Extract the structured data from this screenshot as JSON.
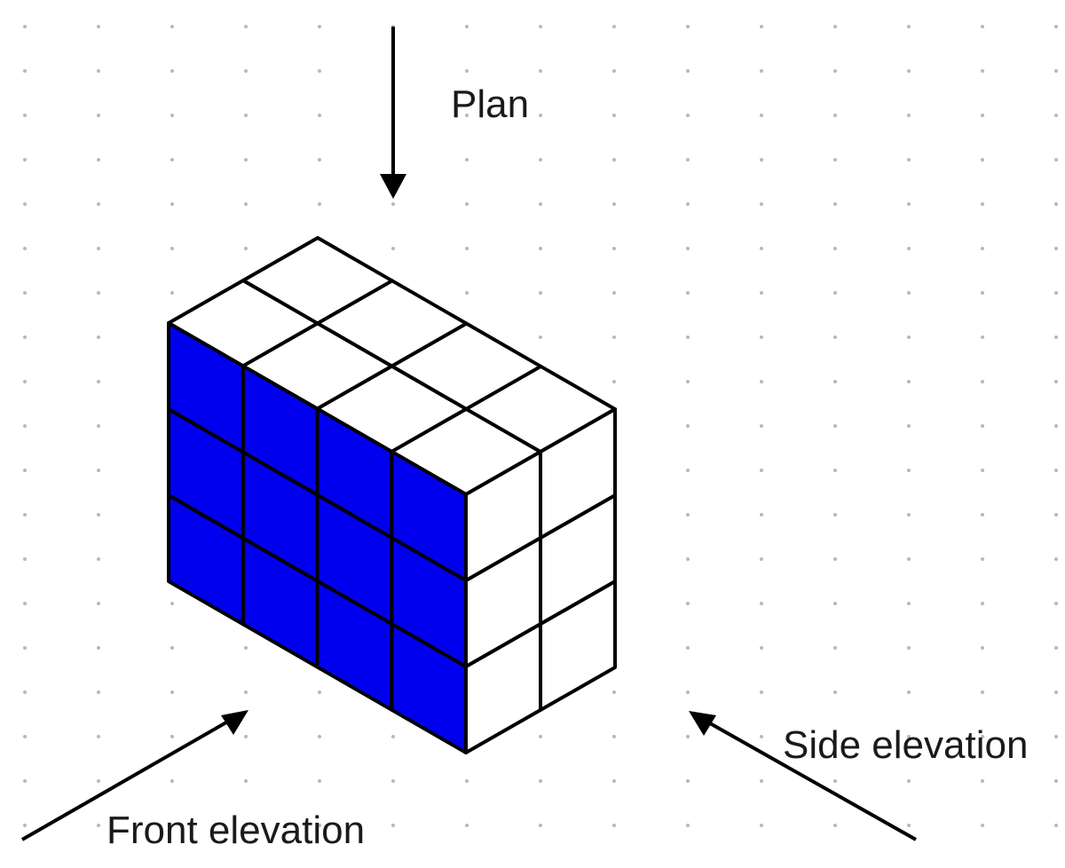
{
  "labels": {
    "plan": "Plan",
    "front_elevation": "Front elevation",
    "side_elevation": "Side elevation"
  },
  "cuboid": {
    "width_cubes": 4,
    "depth_cubes": 2,
    "height_cubes": 3
  },
  "colors": {
    "front_face": "#0000ee",
    "top_face": "#ffffff",
    "side_face": "#ffffff",
    "edge": "#000000",
    "arrow": "#000000",
    "grid_dot": "#b8b8b8"
  }
}
